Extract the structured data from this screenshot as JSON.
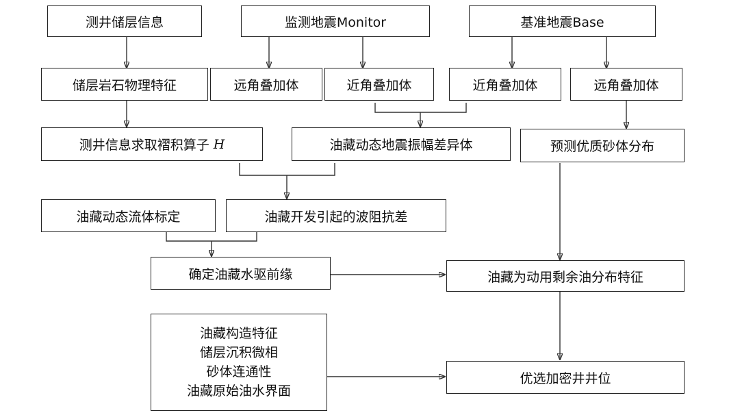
{
  "nodes": {
    "well_reservoir_info": "测井储层信息",
    "monitor_seismic": "监测地震Monitor",
    "base_seismic": "基准地震Base",
    "rock_physics": "储层岩石物理特征",
    "far_stack_monitor": "远角叠加体",
    "near_stack_monitor": "近角叠加体",
    "near_stack_base": "近角叠加体",
    "far_stack_base": "远角叠加体",
    "well_operator": "测井信息求取褶积算子",
    "well_operator_symbol": "H",
    "amplitude_difference": "油藏动态地震振幅差异体",
    "sand_distribution": "预测优质砂体分布",
    "fluid_calibration": "油藏动态流体标定",
    "impedance_difference": "油藏开发引起的波阻抗差",
    "water_front": "确定油藏水驱前缘",
    "remaining_oil": "油藏为动用剩余油分布特征",
    "geology_lines": [
      "油藏构造特征",
      "储层沉积微相",
      "砂体连通性",
      "油藏原始油水界面"
    ],
    "infill_well": "优选加密井井位"
  }
}
